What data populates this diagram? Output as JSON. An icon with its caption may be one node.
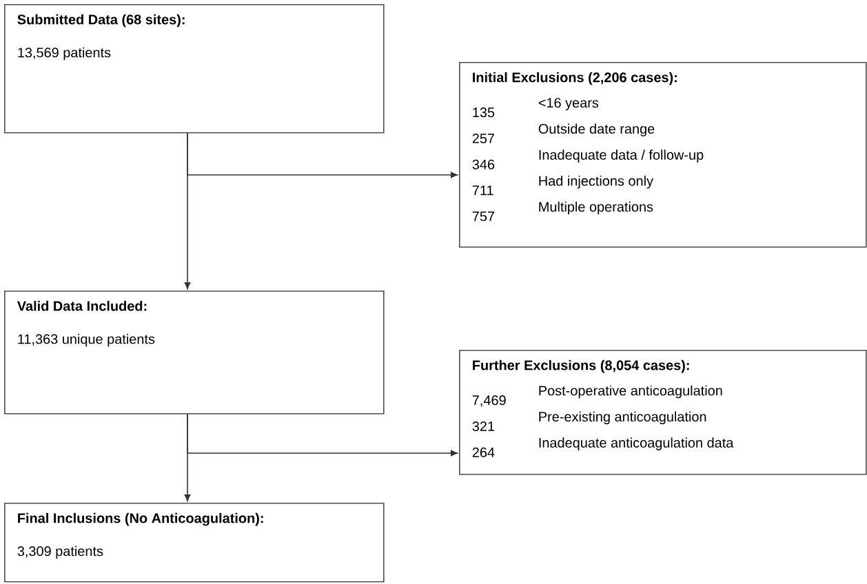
{
  "diagram": {
    "nodes": [
      {
        "text": [
          "Submitted Data (68 sites):",
          "13,569 patients"
        ]
      },
      {
        "text": [
          "Initial Exclusions (2,206 cases):",
          "135",
          "<16 years",
          "257",
          "Outside date range",
          "346",
          "Inadequate data / follow-up",
          "711",
          "Had injections only",
          "757",
          "Multiple operations"
        ]
      },
      {
        "text": [
          "Valid Data Included:",
          "11,363 unique patients"
        ]
      },
      {
        "text": [
          "Further Exclusions (8,054 cases):",
          "7,469",
          "Post-operative anticoagulation",
          "321",
          "Pre-existing anticoagulation",
          "264",
          "Inadequate anticoagulation data"
        ]
      },
      {
        "text": [
          "Final Inclusions (No Anticoagulation):",
          "3,309 patients"
        ]
      }
    ],
    "edges": [
      {
        "from": 0,
        "to": 2,
        "arrow": "to"
      },
      {
        "from": 0,
        "to": 1,
        "arrow": "to"
      },
      {
        "from": 2,
        "to": 4,
        "arrow": "to"
      },
      {
        "from": 2,
        "to": 3,
        "arrow": "to"
      }
    ]
  }
}
